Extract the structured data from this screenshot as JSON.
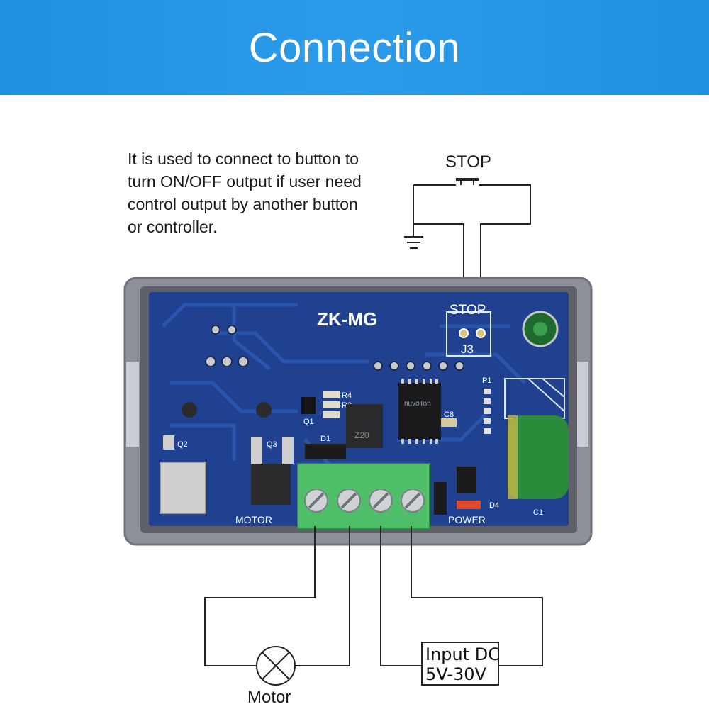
{
  "header": {
    "title": "Connection"
  },
  "description": {
    "lines": [
      "It is used to connect to button to",
      "turn ON/OFF output if user need",
      "control output by another button",
      "or controller."
    ]
  },
  "stop_button": {
    "label": "STOP"
  },
  "board": {
    "model": "ZK-MG",
    "stop_silk": "STOP",
    "connector": "J3",
    "motor_silk": "MOTOR",
    "power_silk": "POWER",
    "chip_brand": "nuvoTon",
    "components": {
      "q1": "Q1",
      "q2": "Q2",
      "q3": "Q3",
      "d1": "D1",
      "d4": "D4",
      "r2": "R2",
      "r4": "R4",
      "c1": "C1",
      "c8": "C8",
      "p1": "P1",
      "inductor": "Z20"
    }
  },
  "motor": {
    "label": "Motor"
  },
  "input": {
    "line1": "Input DC",
    "line2": "5V-30V"
  },
  "colors": {
    "header": "#1f8fe0",
    "pcb": "#1e3f8f",
    "case": "#8b8e96",
    "terminal": "#4fbf69",
    "capacitor": "#2a8c3a"
  }
}
